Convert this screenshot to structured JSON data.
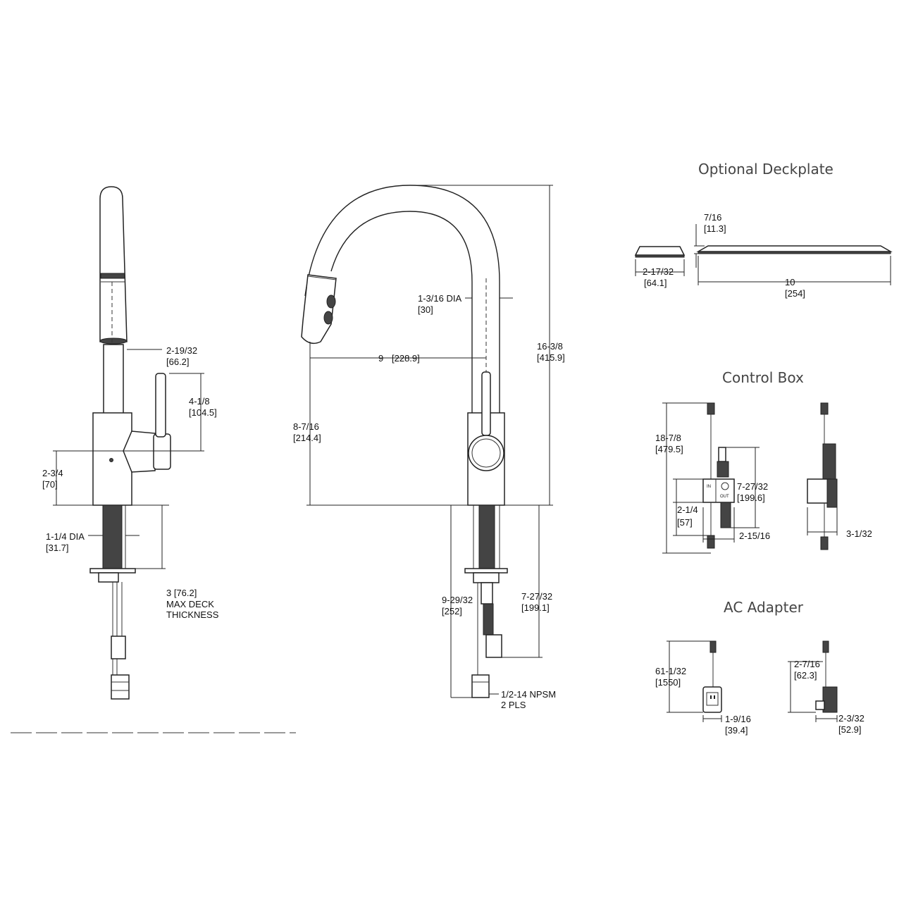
{
  "sections": {
    "deckplate_title": "Optional Deckplate",
    "control_box_title": "Control Box",
    "ac_adapter_title": "AC Adapter"
  },
  "side_view": {
    "spout_offset": "2-19/32",
    "spout_offset_mm": "[66.2]",
    "handle_height": "4-1/8",
    "handle_height_mm": "[104.5]",
    "body_height": "2-3/4",
    "body_height_mm": "[70]",
    "shank_dia": "1-1/4 DIA",
    "shank_dia_mm": "[31.7]",
    "deck_thickness": "3 [76.2]",
    "deck_note_1": "MAX DECK",
    "deck_note_2": "THICKNESS"
  },
  "front_view": {
    "spray_dia": "1-3/16 DIA",
    "spray_dia_mm": "[30]",
    "reach": "9",
    "reach_mm": "[228.9]",
    "spout_clearance": "8-7/16",
    "spout_clearance_mm": "[214.4]",
    "overall_height": "16-3/8",
    "overall_height_mm": "[415.9]",
    "supply_length": "9-29/32",
    "supply_length_mm": "[252]",
    "hose_length": "7-27/32",
    "hose_length_mm": "[199.1]",
    "connection": "1/2-14 NPSM",
    "connection_note": "2 PLS"
  },
  "deckplate": {
    "height": "7/16",
    "height_mm": "[11.3]",
    "depth": "2-17/32",
    "depth_mm": "[64.1]",
    "width": "10",
    "width_mm": "[254]"
  },
  "control_box": {
    "overall": "18-7/8",
    "overall_mm": "[479.5]",
    "body_height": "7-27/32",
    "body_height_mm": "[199.6]",
    "box_height": "2-1/4",
    "box_height_mm": "[57]",
    "box_width": "2-15/16",
    "side_depth": "3-1/32",
    "box_label_in": "IN",
    "box_label_out": "OUT"
  },
  "ac_adapter": {
    "cord_length": "61-1/32",
    "cord_length_mm": "[1550]",
    "width": "1-9/16",
    "width_mm": "[39.4]",
    "height": "2-7/16",
    "height_mm": "[62.3]",
    "depth": "2-3/32",
    "depth_mm": "[52.9]"
  }
}
